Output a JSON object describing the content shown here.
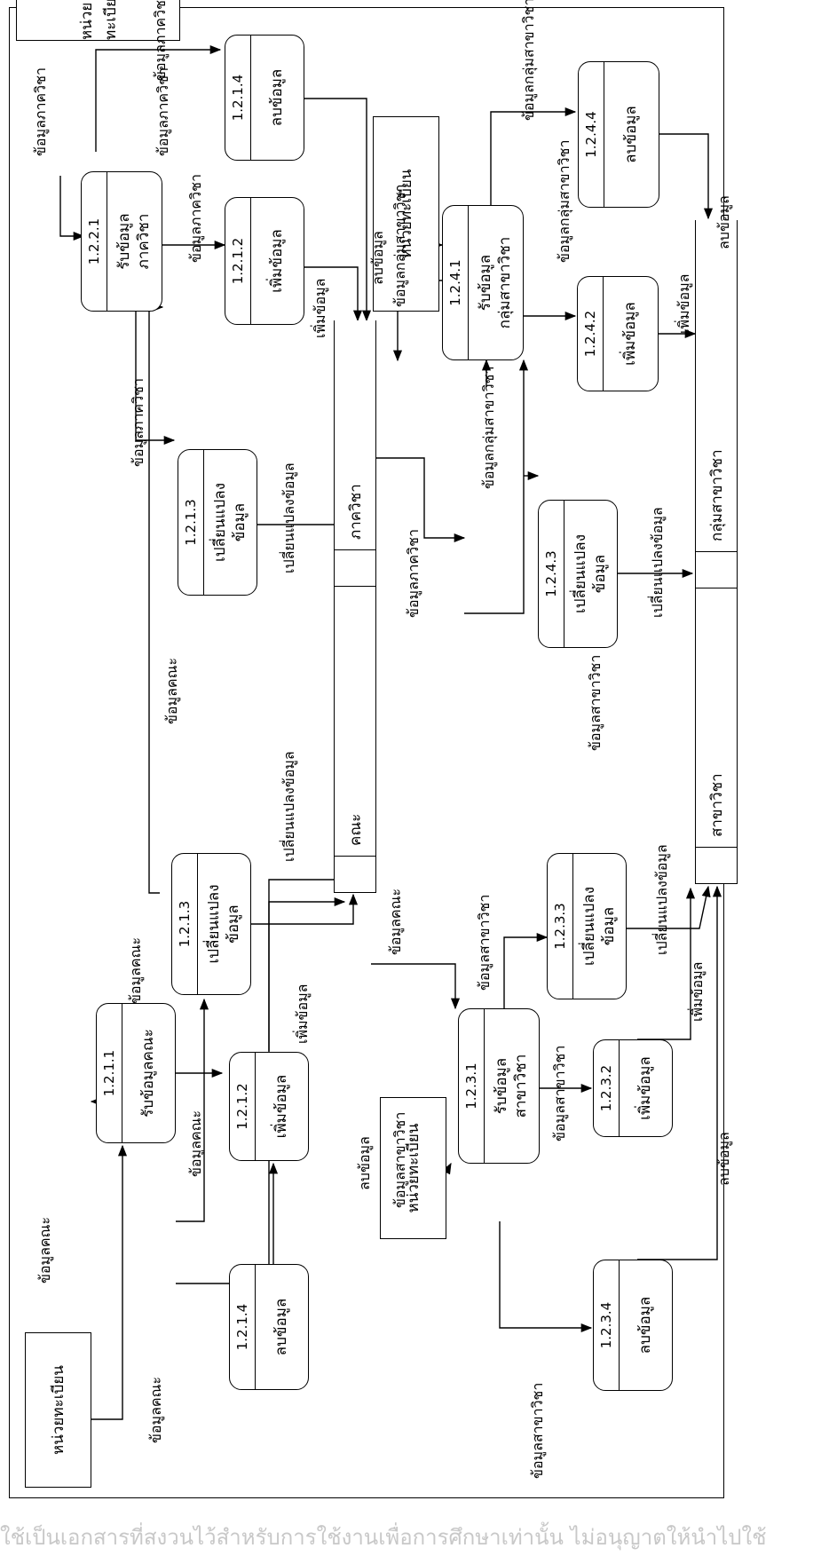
{
  "entities": {
    "registrar_1": "หน่วยทะเบียน",
    "registrar_2": "หน่วยทะเบียน",
    "registrar_3": "หน่วยทะเบียน",
    "registrar_4": "หน่วยทะเบียน"
  },
  "processes": {
    "p1211": {
      "id": "1.2.1.1",
      "name": "รับข้อมูลคณะ"
    },
    "p1212": {
      "id": "1.2.1.2",
      "name": "เพิ่มข้อมูล"
    },
    "p1213": {
      "id": "1.2.1.3",
      "name": "เปลี่ยนแปลง\nข้อมูล"
    },
    "p1214": {
      "id": "1.2.1.4",
      "name": "ลบข้อมูล"
    },
    "p1221": {
      "id": "1.2.2.1",
      "name": "รับข้อมูล\nภาควิชา"
    },
    "p1222": {
      "id": "1.2.1.2",
      "name": "เพิ่มข้อมูล"
    },
    "p1223": {
      "id": "1.2.1.3",
      "name": "เปลี่ยนแปลง\nข้อมูล"
    },
    "p1224": {
      "id": "1.2.1.4",
      "name": "ลบข้อมูล"
    },
    "p1231": {
      "id": "1.2.3.1",
      "name": "รับข้อมูล\nสาขาวิชา"
    },
    "p1232": {
      "id": "1.2.3.2",
      "name": "เพิ่มข้อมูล"
    },
    "p1233": {
      "id": "1.2.3.3",
      "name": "เปลี่ยนแปลง\nข้อมูล"
    },
    "p1234": {
      "id": "1.2.3.4",
      "name": "ลบข้อมูล"
    },
    "p1241": {
      "id": "1.2.4.1",
      "name": "รับข้อมูล\nกลุ่มสาขาวิชา"
    },
    "p1242": {
      "id": "1.2.4.2",
      "name": "เพิ่มข้อมูล"
    },
    "p1243": {
      "id": "1.2.4.3",
      "name": "เปลี่ยนแปลง\nข้อมูล"
    },
    "p1244": {
      "id": "1.2.4.4",
      "name": "ลบข้อมูล"
    }
  },
  "stores": {
    "faculty": "คณะ",
    "department": "ภาควิชา",
    "major": "สาขาวิชา",
    "major_group": "กลุ่มสาขาวิชา"
  },
  "flows": {
    "f1": "ข้อมูลคณะ",
    "f2": "ข้อมูลคณะ",
    "f3": "ข้อมูลคณะ",
    "f4": "ข้อมูลคณะ",
    "f5": "เพิ่มข้อมูล",
    "f6": "เปลี่ยนแปลงข้อมูล",
    "f7": "ลบข้อมูล",
    "f8": "ข้อมูลภาควิชา",
    "f9": "ข้อมูลคณะ",
    "f10": "ข้อมูลภาควิชา",
    "f11": "ข้อมูลภาควิชา",
    "f12": "ข้อมูลภาควิชา",
    "f13": "ข้อมูลภาควิชา",
    "f14": "เพิ่มข้อมูล",
    "f15": "เปลี่ยนแปลงข้อมูล",
    "f16": "ลบข้อมูล",
    "f17": "ข้อมูลสาขาวิชา",
    "f18": "ข้อมูลคณะ",
    "f19": "ข้อมูลสาขาวิชา",
    "f20": "ข้อมูลสาขาวิชา",
    "f21": "ข้อมูลสาขาวิชา",
    "f22": "เพิ่มข้อมูล",
    "f23": "เปลี่ยนแปลงข้อมูล",
    "f24": "ลบข้อมูล",
    "f25": "ข้อมูลกลุ่มสาขาวิชา",
    "f26": "ข้อมูลภาควิชา",
    "f27": "ข้อมูลสาขาวิชา",
    "f28": "ข้อมูลกลุ่มสาขาวิชา",
    "f29": "ข้อมูลกลุ่มสาขาวิชา",
    "f30": "ข้อมูลกลุ่มสาขาวิชา",
    "f31": "เพิ่มข้อมูล",
    "f32": "เปลี่ยนแปลงข้อมูล",
    "f33": "ลบข้อมูล"
  },
  "footer": "ใช้เป็นเอกสารที่สงวนไว้สำหรับการใช้งานเพื่อการศึกษาเท่านั้น ไม่อนุญาตให้นำไปใช้"
}
